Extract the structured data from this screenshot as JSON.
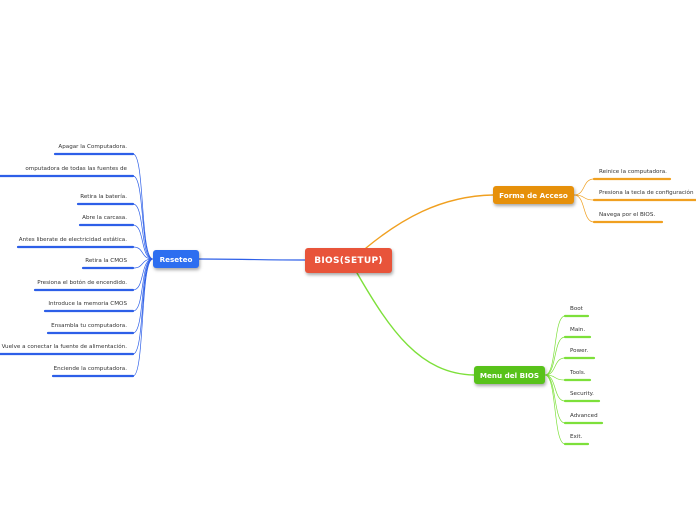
{
  "root": {
    "label": "BIOS(SETUP)",
    "color": "#e8543a"
  },
  "branches": {
    "reseteo": {
      "label": "Reseteo",
      "color": "#2d6ef0",
      "line_color": "#2d5fe8",
      "items": [
        "Apagar la Computadora.",
        "omputadora de todas las fuentes de",
        "Retira la batería.",
        "Abre la carcasa.",
        "Antes liberate de electricidad estática.",
        "Retira la CMOS",
        "Presiona el botón de encendido.",
        "Introduce la memoria CMOS",
        "Ensambla tu computadora.",
        "Vuelve a conectar la fuente de alimentación.",
        "Enciende la computadora."
      ]
    },
    "forma_acceso": {
      "label": "Forma de Acceso",
      "color": "#e6900a",
      "line_color": "#f0a020",
      "items": [
        "Reinice la computadora.",
        "Presiona la tecla de configuración",
        "Navega por el BIOS."
      ]
    },
    "menu_bios": {
      "label": "Menu del BIOS",
      "color": "#58c21a",
      "line_color": "#7de03a",
      "items": [
        "Boot",
        "Main.",
        "Power.",
        "Tools.",
        "Security.",
        "Advanced",
        "Exit."
      ]
    }
  }
}
